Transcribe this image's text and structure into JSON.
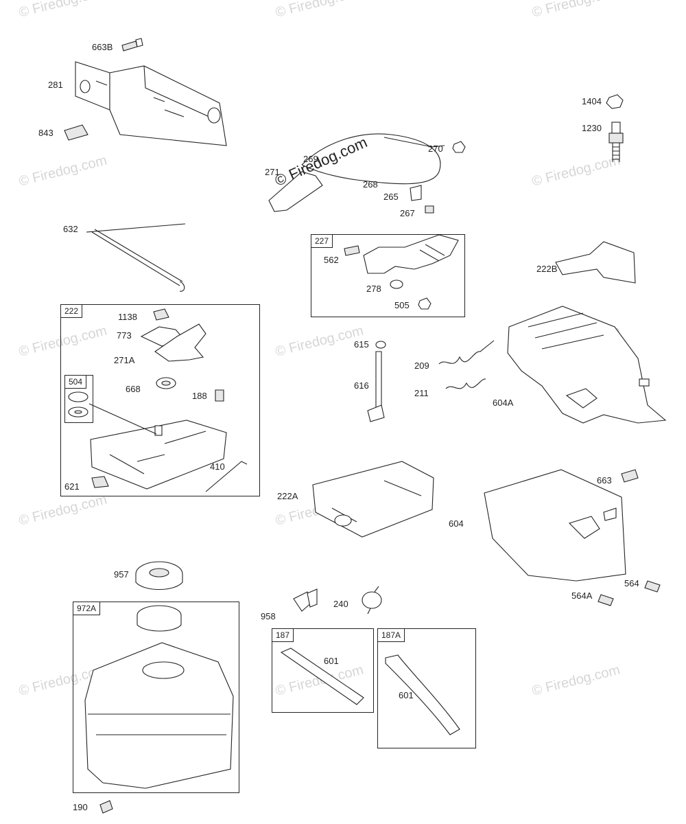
{
  "watermark": "© Firedog.com",
  "center_watermark": "© Firedog.com",
  "labels": {
    "p663B": "663B",
    "p281": "281",
    "p843": "843",
    "p1404": "1404",
    "p1230": "1230",
    "p271": "271",
    "p269": "269",
    "p268": "268",
    "p270": "270",
    "p265": "265",
    "p267": "267",
    "p632": "632",
    "p227": "227",
    "p562": "562",
    "p278": "278",
    "p505": "505",
    "p222B": "222B",
    "p222": "222",
    "p1138": "1138",
    "p773": "773",
    "p271A": "271A",
    "p504": "504",
    "p668": "668",
    "p188": "188",
    "p410": "410",
    "p621": "621",
    "p615": "615",
    "p616": "616",
    "p209": "209",
    "p211": "211",
    "p604A": "604A",
    "p222A": "222A",
    "p663": "663",
    "p604": "604",
    "p564": "564",
    "p564A": "564A",
    "p957": "957",
    "p972A": "972A",
    "p958": "958",
    "p240": "240",
    "p187": "187",
    "p601a": "601",
    "p187A": "187A",
    "p601b": "601",
    "p190": "190"
  }
}
